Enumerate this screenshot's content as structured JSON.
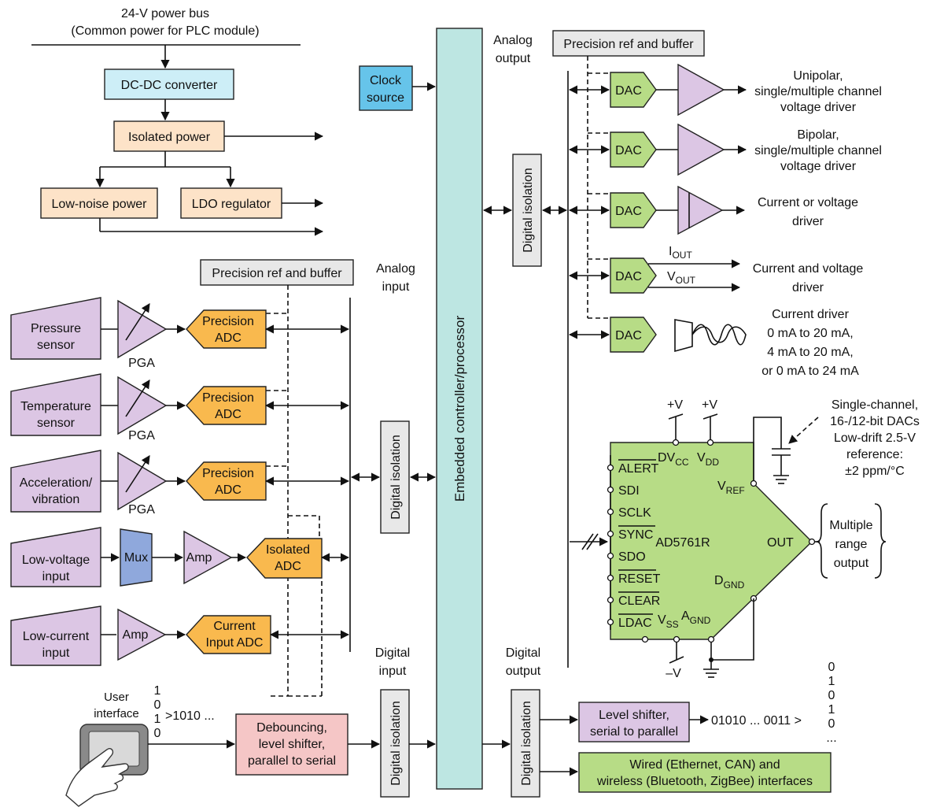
{
  "power": {
    "bus_line1": "24-V power bus",
    "bus_line2": "(Common power for PLC module)",
    "dcdc": "DC-DC converter",
    "isolated_power": "Isolated power",
    "low_noise_power": "Low-noise power",
    "ldo": "LDO regulator"
  },
  "analog_input": {
    "ref_buffer": "Precision ref and buffer",
    "label_l1": "Analog",
    "label_l2": "input",
    "pressure_l1": "Pressure",
    "pressure_l2": "sensor",
    "temperature_l1": "Temperature",
    "temperature_l2": "sensor",
    "accel_l1": "Acceleration/",
    "accel_l2": "vibration",
    "lowv_l1": "Low-voltage",
    "lowv_l2": "input",
    "lowc_l1": "Low-current",
    "lowc_l2": "input",
    "pga": "PGA",
    "mux": "Mux",
    "amp": "Amp",
    "precision": "Precision",
    "adc": "ADC",
    "isolated": "Isolated",
    "current": "Current",
    "input_adc": "Input ADC",
    "digital_isolation": "Digital isolation"
  },
  "controller": {
    "label": "Embedded controller/processor",
    "clock_l1": "Clock",
    "clock_l2": "source"
  },
  "analog_output": {
    "label_l1": "Analog",
    "label_l2": "output",
    "ref_buffer": "Precision ref and buffer",
    "digital_isolation": "Digital isolation",
    "dac": "DAC",
    "d1_l1": "Unipolar,",
    "d1_l2": "single/multiple channel",
    "d1_l3": "voltage driver",
    "d2_l1": "Bipolar,",
    "d2_l2": "single/multiple channel",
    "d2_l3": "voltage driver",
    "d3_l1": "Current or voltage",
    "d3_l2": "driver",
    "iout": "I",
    "iout_sub": "OUT",
    "vout": "V",
    "vout_sub": "OUT",
    "d4_l1": "Current and voltage",
    "d4_l2": "driver",
    "d5_l1": "Current driver",
    "d5_l2": "0 mA to 20 mA,",
    "d5_l3": "4 mA to 20 mA,",
    "d5_l4": "or 0 mA to 24 mA"
  },
  "ad5761r": {
    "name": "AD5761R",
    "pins": [
      "ALERT",
      "SDI",
      "SCLK",
      "SYNC",
      "SDO",
      "RESET",
      "CLEAR",
      "LDAC"
    ],
    "dvcc": "DV",
    "dvcc_sub": "CC",
    "vdd": "V",
    "vdd_sub": "DD",
    "vref": "V",
    "vref_sub": "REF",
    "out": "OUT",
    "dgnd": "D",
    "dgnd_sub": "GND",
    "vss": "V",
    "vss_sub": "SS",
    "agnd": "A",
    "agnd_sub": "GND",
    "plus_v": "+V",
    "minus_v": "–V",
    "note_l1": "Single-channel,",
    "note_l2": "16-/12-bit DACs",
    "note_l3": "Low-drift 2.5-V",
    "note_l4": "reference:",
    "note_l5": "±2 ppm/°C",
    "range_l1": "Multiple",
    "range_l2": "range",
    "range_l3": "output"
  },
  "digital_input": {
    "label_l1": "Digital",
    "label_l2": "input",
    "ui_l1": "User",
    "ui_l2": "interface",
    "bits": [
      "1",
      "0",
      "1",
      "0"
    ],
    "stream": ">1010 ...",
    "deb_l1": "Debouncing,",
    "deb_l2": "level shifter,",
    "deb_l3": "parallel to serial",
    "digital_isolation": "Digital isolation"
  },
  "digital_output": {
    "label_l1": "Digital",
    "label_l2": "output",
    "digital_isolation": "Digital isolation",
    "ls_l1": "Level shifter,",
    "ls_l2": "serial to parallel",
    "stream": "01010 ... 0011 >",
    "bits": [
      "0",
      "1",
      "0",
      "1",
      "0",
      "..."
    ],
    "wired_l1": "Wired (Ethernet, CAN) and",
    "wired_l2": "wireless (Bluetooth, ZigBee) interfaces"
  }
}
